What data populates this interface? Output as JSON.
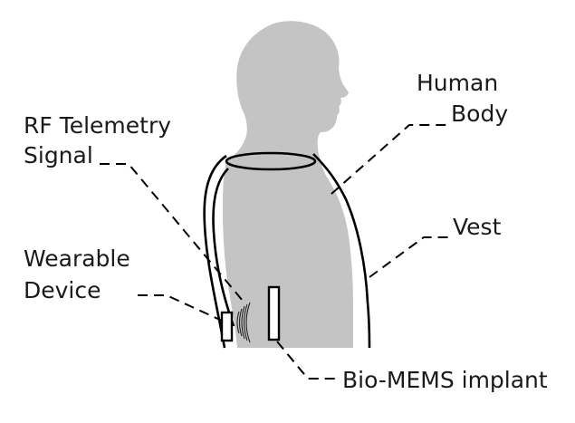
{
  "labels": {
    "human_line1": "Human",
    "human_line2": "Body",
    "rf_line1": "RF Telemetry",
    "rf_line2": "Signal",
    "vest": "Vest",
    "wearable_line1": "Wearable",
    "wearable_line2": "Device",
    "implant": "Bio-MEMS implant"
  },
  "colors": {
    "body_fill": "#c4c4c4",
    "line": "#000000",
    "background": "#ffffff"
  }
}
